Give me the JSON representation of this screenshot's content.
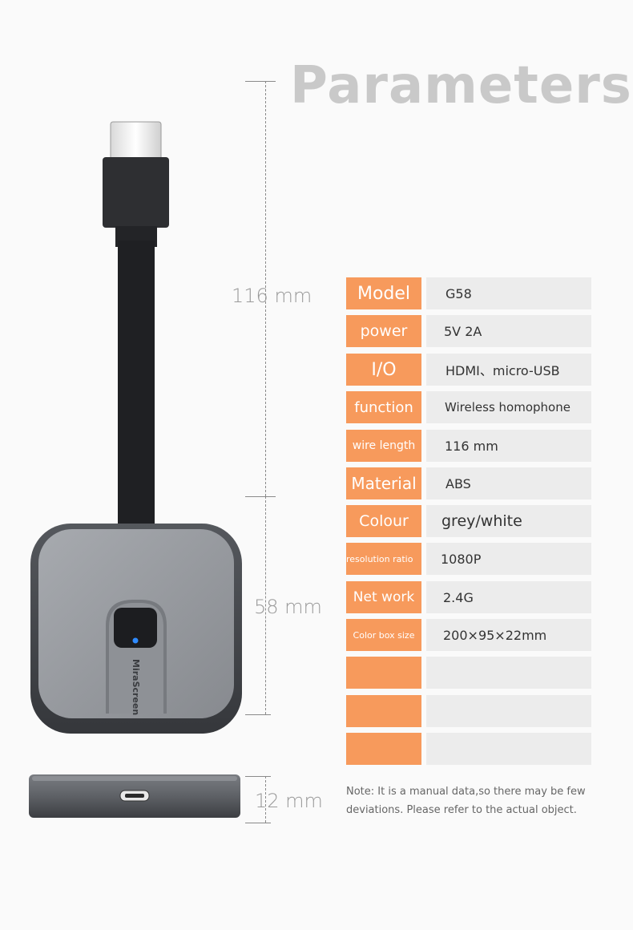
{
  "page": {
    "title": "Parameters"
  },
  "dimensions": {
    "length": "116 mm",
    "width": "58 mm",
    "height": "12 mm"
  },
  "device": {
    "brand": "MiraScreen"
  },
  "specs": [
    {
      "key": "Model",
      "value": "G58"
    },
    {
      "key": "power",
      "value": "5V 2A"
    },
    {
      "key": "I/O",
      "value": "HDMI、micro-USB"
    },
    {
      "key": "function",
      "value": "Wireless homophone"
    },
    {
      "key": "wire length",
      "value": "116 mm"
    },
    {
      "key": "Material",
      "value": "ABS"
    },
    {
      "key": "Colour",
      "value": "grey/white"
    },
    {
      "key": "resolution ratio",
      "value": "1080P"
    },
    {
      "key": "Net work",
      "value": "2.4G"
    },
    {
      "key": "Color box size",
      "value": "200×95×22mm"
    },
    {
      "key": "",
      "value": ""
    },
    {
      "key": "",
      "value": ""
    },
    {
      "key": "",
      "value": ""
    }
  ],
  "note": {
    "line1": "Note:  It is a manual data,so there may be few",
    "line2": "deviations. Please refer to the actual object."
  },
  "colors": {
    "accent": "#f79a5c",
    "value_bg": "#ececec",
    "title": "#c9c9c9"
  }
}
